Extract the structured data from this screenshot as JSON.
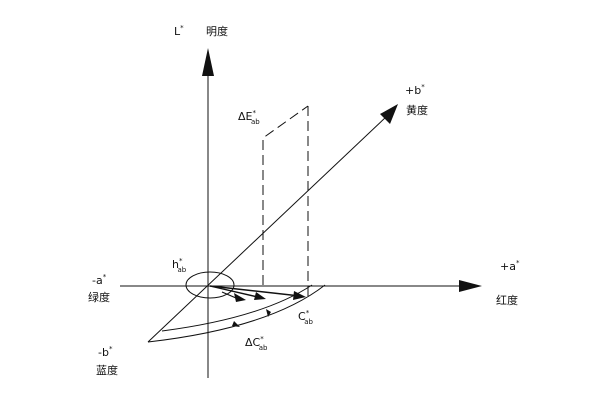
{
  "axes": {
    "l": {
      "symbol": "L",
      "mark": "*",
      "name": "明度"
    },
    "plus_b": {
      "symbol": "+b",
      "mark": "*",
      "name": "黄度"
    },
    "plus_a": {
      "symbol": "+a",
      "mark": "*",
      "name": "红度"
    },
    "minus_a": {
      "symbol": "-a",
      "mark": "*",
      "name": "绿度"
    },
    "minus_b": {
      "symbol": "-b",
      "mark": "*",
      "name": "蓝度"
    }
  },
  "quantities": {
    "delta_e": {
      "prefix": "ΔE",
      "mark": "*",
      "sub": "ab"
    },
    "hue": {
      "prefix": "h",
      "mark": "*",
      "sub": "ab"
    },
    "chroma": {
      "prefix": "C",
      "mark": "*",
      "sub": "ab"
    },
    "delta_c": {
      "prefix": "ΔC",
      "mark": "*",
      "sub": "ab"
    }
  },
  "colors": {
    "line": "#111111",
    "background": "#ffffff"
  }
}
